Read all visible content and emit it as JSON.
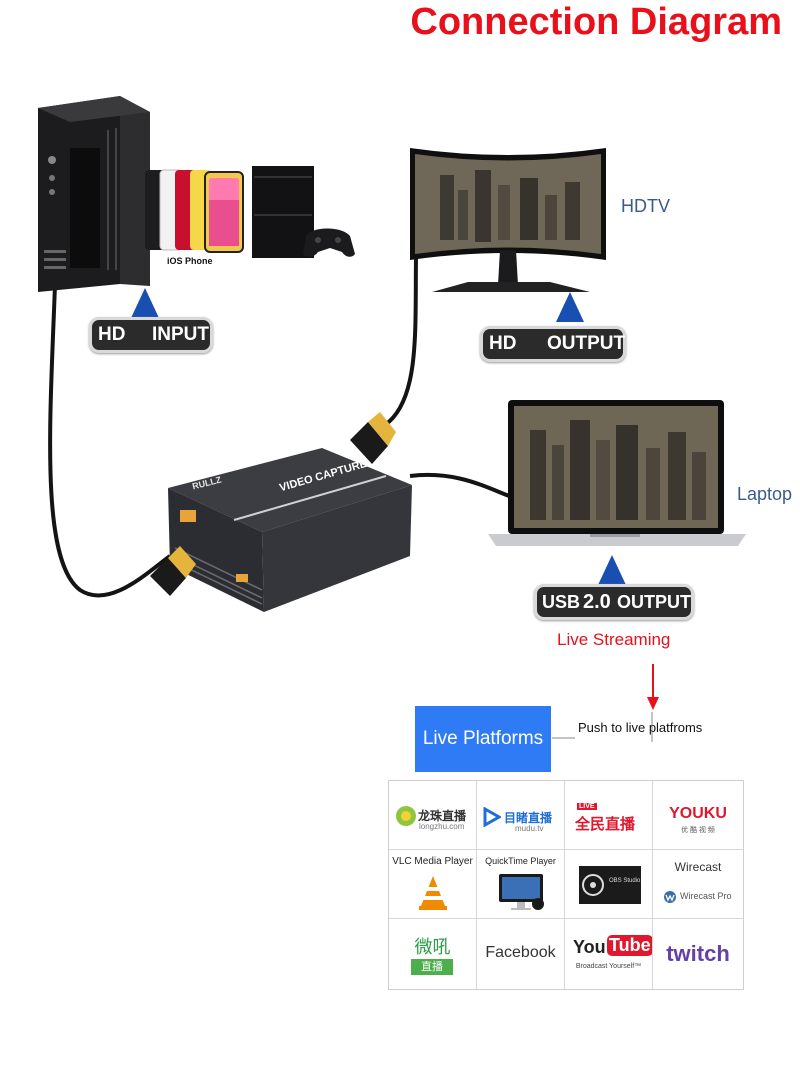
{
  "title": "Connection Diagram",
  "devices": {
    "ios_phone_label": "iOS Phone",
    "hdtv_label": "HDTV",
    "laptop_label": "Laptop",
    "capture_brand": "RULLZ",
    "capture_title": "VIDEO CAPTURE"
  },
  "badges": {
    "hd_input": {
      "left": "HD",
      "right": "INPUT"
    },
    "hd_output": {
      "left": "HD",
      "right": "OUTPUT"
    },
    "usb_output": {
      "left": "USB",
      "mid": "2.0",
      "right": "OUTPUT"
    }
  },
  "live_streaming": "Live Streaming",
  "push_text": "Push to live platfroms",
  "live_platforms": "Live Platforms",
  "platforms": {
    "longzhu": {
      "cn": "龙珠直播",
      "en": "longzhu.com"
    },
    "mudu": {
      "cn": "目睹直播",
      "en": "mudu.tv"
    },
    "quanmin": {
      "tag": "LIVE",
      "cn": "全民直播"
    },
    "youku": {
      "name": "YOUKU",
      "sub": "优 酷 视 频"
    },
    "vlc": "VLC Media Player",
    "quicktime": "QuickTime Player",
    "obs": "OBS Studio",
    "wirecast": "Wirecast",
    "wirecast_pro": "Wirecast Pro",
    "weibo": {
      "cn": "微吼",
      "sub": "直播"
    },
    "facebook": "Facebook",
    "youtube": {
      "you": "You",
      "tube": "Tube",
      "sub": "Broadcast Yourself™"
    },
    "twitch": "twitch"
  }
}
